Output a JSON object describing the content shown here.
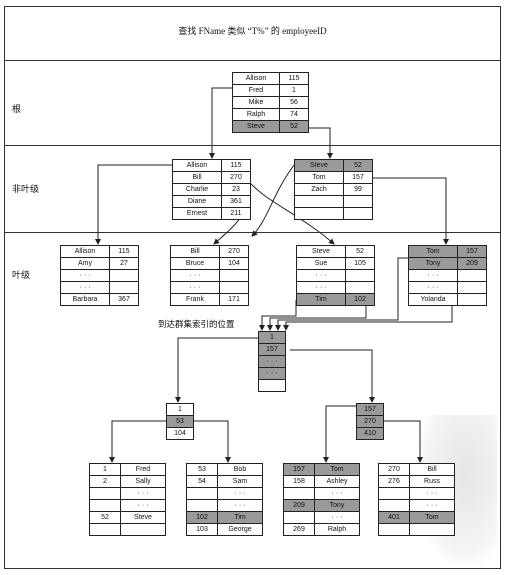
{
  "title": "查找 FName 类似 “T%” 的 employeeID",
  "levels": {
    "root": "根",
    "nonleaf": "非叶级",
    "leaf": "叶级"
  },
  "annotation": "到达群集索引的位置",
  "colors": {
    "highlight": "#9a9a9a",
    "line": "#222222"
  },
  "nonclustered": {
    "root": {
      "rows": [
        [
          "Allison",
          "115"
        ],
        [
          "Fred",
          "1"
        ],
        [
          "Mike",
          "56"
        ],
        [
          "Ralph",
          "74"
        ],
        [
          "Steve",
          "52"
        ]
      ],
      "highlight": [
        4
      ]
    },
    "nonleaf": [
      {
        "rows": [
          [
            "Allison",
            "115"
          ],
          [
            "Bill",
            "270"
          ],
          [
            "Charlie",
            "23"
          ],
          [
            "Diane",
            "361"
          ],
          [
            "Ernest",
            "211"
          ]
        ],
        "highlight": []
      },
      {
        "rows": [
          [
            "Steve",
            "52"
          ],
          [
            "Tom",
            "157"
          ],
          [
            "Zach",
            "99"
          ],
          [
            "",
            ""
          ],
          [
            "",
            ""
          ]
        ],
        "highlight": [
          0
        ]
      }
    ],
    "leaf": [
      {
        "rows": [
          [
            "Allison",
            "115"
          ],
          [
            "Amy",
            "27"
          ],
          [
            "· · ·",
            ""
          ],
          [
            "· · ·",
            ""
          ],
          [
            "Barbara",
            "367"
          ]
        ],
        "highlight": []
      },
      {
        "rows": [
          [
            "Bill",
            "270"
          ],
          [
            "Bruce",
            "104"
          ],
          [
            "· · ·",
            ""
          ],
          [
            "· · ·",
            ""
          ],
          [
            "Frank",
            "171"
          ]
        ],
        "highlight": []
      },
      {
        "rows": [
          [
            "Steve",
            "52"
          ],
          [
            "Sue",
            "105"
          ],
          [
            "· · ·",
            ""
          ],
          [
            "· · ·",
            ""
          ],
          [
            "Tim",
            "102"
          ]
        ],
        "highlight": [
          4
        ]
      },
      {
        "rows": [
          [
            "Tom",
            "157"
          ],
          [
            "Tony",
            "209"
          ],
          [
            "· · ·",
            ""
          ],
          [
            "· · ·",
            ""
          ],
          [
            "Yolanda",
            ""
          ]
        ],
        "highlight": [
          0,
          1
        ]
      }
    ]
  },
  "clustered": {
    "root": {
      "rows": [
        "1",
        "157",
        "· · ·",
        "· · ·",
        ""
      ],
      "highlight": [
        0,
        1,
        2,
        3
      ]
    },
    "nonleaf": [
      {
        "rows": [
          "1",
          "53",
          "104"
        ],
        "highlight": [
          1
        ]
      },
      {
        "rows": [
          "157",
          "270",
          "410"
        ],
        "highlight": [
          0,
          1,
          2
        ]
      }
    ],
    "leaf": [
      {
        "rows": [
          [
            "1",
            "Fred"
          ],
          [
            "2",
            "Sally"
          ],
          [
            "",
            "· · ·"
          ],
          [
            "",
            "· · ·"
          ],
          [
            "52",
            "Steve"
          ],
          [
            "",
            ""
          ]
        ],
        "highlight": []
      },
      {
        "rows": [
          [
            "53",
            "Bob"
          ],
          [
            "54",
            "Sam"
          ],
          [
            "",
            "· · ·"
          ],
          [
            "",
            "· · ·"
          ],
          [
            "102",
            "Tim"
          ],
          [
            "103",
            "George"
          ]
        ],
        "highlight": [
          4
        ]
      },
      {
        "rows": [
          [
            "157",
            "Tom"
          ],
          [
            "158",
            "Ashley"
          ],
          [
            "",
            "· · ·"
          ],
          [
            "209",
            "Tony"
          ],
          [
            "",
            "· · ·"
          ],
          [
            "269",
            "Ralph"
          ]
        ],
        "highlight": [
          0,
          3
        ]
      },
      {
        "rows": [
          [
            "270",
            "Bill"
          ],
          [
            "276",
            "Russ"
          ],
          [
            "",
            "· · ·"
          ],
          [
            "",
            "· · ·"
          ],
          [
            "401",
            "Tom"
          ],
          [
            "",
            ""
          ]
        ],
        "highlight": [
          4
        ]
      }
    ]
  }
}
